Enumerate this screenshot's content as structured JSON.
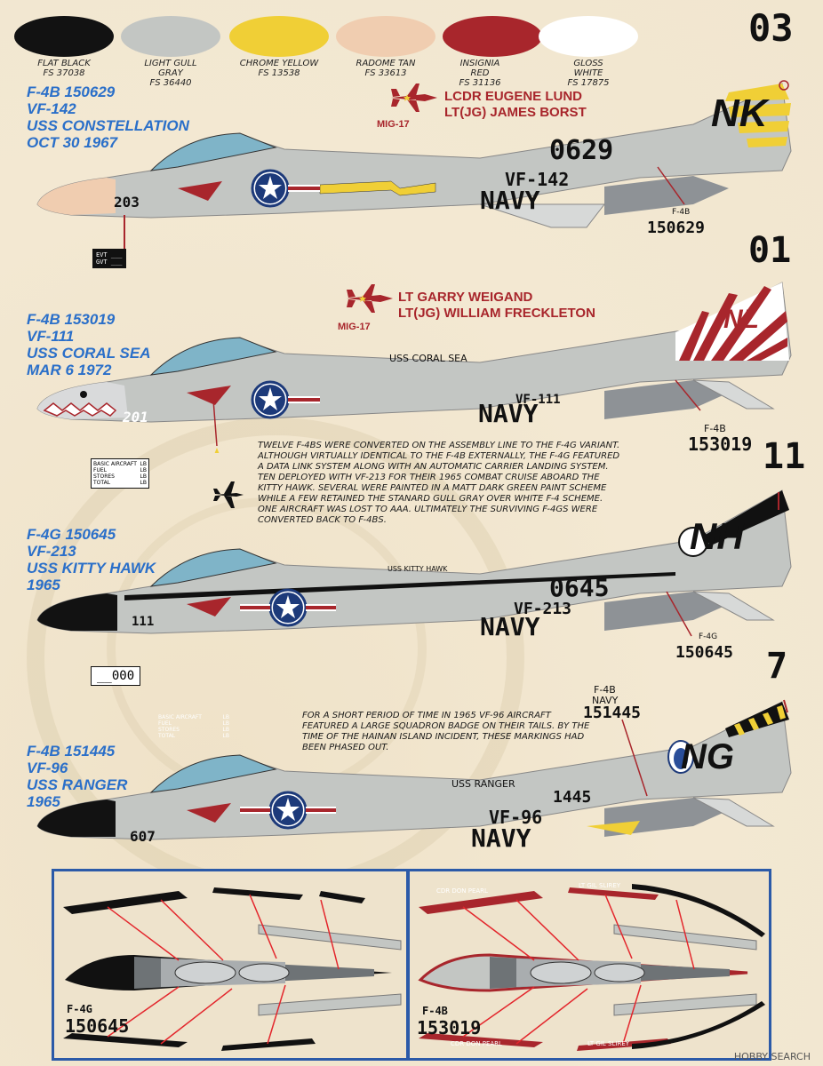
{
  "swatches": [
    {
      "name": "FLAT BLACK",
      "fs": "FS 37038",
      "color": "#121212"
    },
    {
      "name": "LIGHT GULL GRAY",
      "fs": "FS 36440",
      "color": "#c3c6c3"
    },
    {
      "name": "CHROME YELLOW",
      "fs": "FS 13538",
      "color": "#f0cf36"
    },
    {
      "name": "RADOME TAN",
      "fs": "FS 33613",
      "color": "#f0cdb0"
    },
    {
      "name": "INSIGNIA RED",
      "fs": "FS 31136",
      "color": "#a8262c"
    },
    {
      "name": "GLOSS WHITE",
      "fs": "FS 17875",
      "color": "#ffffff"
    }
  ],
  "aircraft": [
    {
      "title": [
        "F-4B 150629",
        "VF-142",
        "USS CONSTELLATION",
        "OCT 30 1967"
      ],
      "modex": "03",
      "tail_code": "NK",
      "side_number": "0629",
      "squadron": "VF-142",
      "navy": "NAVY",
      "nose_number": "203",
      "serial_type": "F-4B",
      "serial": "150629",
      "kill_crew": [
        "LCDR EUGENE LUND",
        "LT(JG) JAMES BORST"
      ],
      "kill_type": "MIG-17"
    },
    {
      "title": [
        "F-4B 153019",
        "VF-111",
        "USS CORAL SEA",
        "MAR 6 1972"
      ],
      "modex": "01",
      "tail_code": "NL",
      "ship": "USS CORAL SEA",
      "squadron": "VF-111",
      "navy": "NAVY",
      "nose_number": "201",
      "serial_type": "F-4B",
      "serial": "153019",
      "kill_crew": [
        "LT GARRY WEIGAND",
        "LT(JG) WILLIAM FRECKLETON"
      ],
      "kill_type": "MIG-17"
    },
    {
      "title": [
        "F-4G 150645",
        "VF-213",
        "USS KITTY HAWK",
        "1965"
      ],
      "modex": "11",
      "tail_code": "NH",
      "ship": "USS KITTY HAWK",
      "side_number": "0645",
      "squadron": "VF-213",
      "navy": "NAVY",
      "nose_number": "111",
      "serial_type": "F-4G",
      "serial": "150645",
      "stencil": "__000"
    },
    {
      "title": [
        "F-4B 151445",
        "VF-96",
        "USS RANGER",
        "1965"
      ],
      "modex": "7",
      "tail_code": "NG",
      "ship": "USS RANGER",
      "side_number": "1445",
      "squadron": "VF-96",
      "navy": "NAVY",
      "nose_number": "607",
      "serial_type": "F-4B",
      "serial_navy": "NAVY",
      "serial": "151445"
    }
  ],
  "notes": {
    "f4g": "TWELVE F-4Bs WERE CONVERTED ON THE ASSEMBLY LINE TO THE F-4G VARIANT. ALTHOUGH VIRTUALLY IDENTICAL TO THE F-4B EXTERNALLY, THE F-4G FEATURED A DATA LINK SYSTEM ALONG WITH AN AUTOMATIC CARRIER LANDING SYSTEM. TEN DEPLOYED WITH VF-213 FOR THEIR 1965 COMBAT CRUISE ABOARD THE KITTY HAWK. SEVERAL WERE PAINTED IN A MATT DARK GREEN PAINT SCHEME WHILE A FEW RETAINED THE STANARD GULL GRAY OVER WHITE F-4 SCHEME. ONE AIRCRAFT WAS LOST TO AAA. ULTIMATELY THE SURVIVING F-4Gs WERE CONVERTED BACK TO F-4Bs.",
    "vf96": "FOR A SHORT PERIOD OF TIME IN 1965 VF-96 AIRCRAFT FEATURED A LARGE SQUADRON BADGE ON THEIR TAILS. BY THE TIME OF THE HAINAN ISLAND INCIDENT, THESE MARKINGS HAD BEEN PHASED OUT."
  },
  "stencils": {
    "evt": "EVT",
    "gvt": "GVT",
    "basic_aircraft": "BASIC AIRCRAFT",
    "fuel": "FUEL",
    "stores": "STORES",
    "total": "TOTAL",
    "lb": "LB"
  },
  "insets": [
    {
      "type": "F-4G",
      "serial": "150645"
    },
    {
      "type": "F-4B",
      "serial": "153019",
      "canopy_names": [
        "CDR DON PEARL",
        "LT GIL SLIREY"
      ]
    }
  ],
  "watermark": "HOBBY SEARCH"
}
